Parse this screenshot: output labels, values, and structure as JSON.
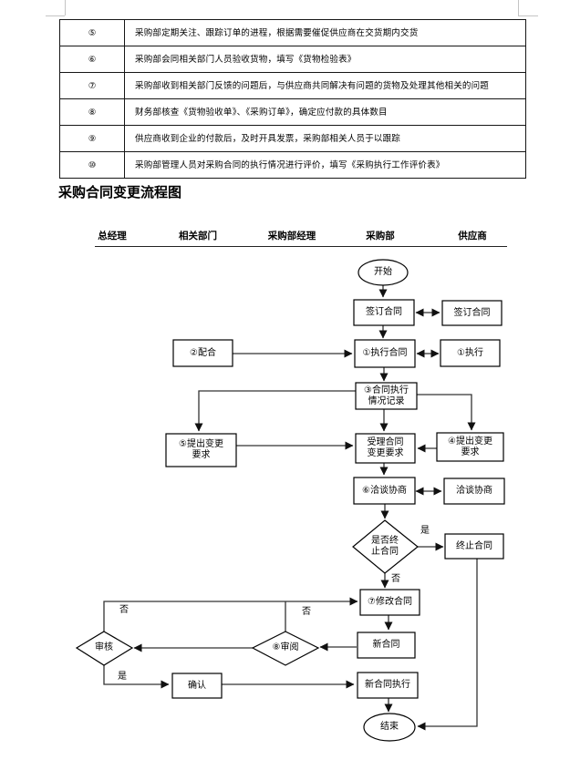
{
  "table": {
    "rows": [
      {
        "no": "⑤",
        "desc": "采购部定期关注、跟踪订单的进程，根据需要催促供应商在交货期内交货"
      },
      {
        "no": "⑥",
        "desc": "采购部会同相关部门人员验收货物，填写《货物检验表》"
      },
      {
        "no": "⑦",
        "desc": "采购部收到相关部门反馈的问题后，与供应商共同解决有问题的货物及处理其他相关的问题"
      },
      {
        "no": "⑧",
        "desc": "财务部核查《货物验收单》、《采购订单》，确定应付款的具体数目"
      },
      {
        "no": "⑨",
        "desc": "供应商收到企业的付款后，及时开具发票，采购部相关人员于以跟踪"
      },
      {
        "no": "⑩",
        "desc": "采购部管理人员对采购合同的执行情况进行评价，填写《采购执行工作评价表》"
      }
    ]
  },
  "section_title": "采购合同变更流程图",
  "flowchart": {
    "lanes": [
      "总经理",
      "相关部门",
      "采购部经理",
      "采购部",
      "供应商"
    ],
    "nodes": {
      "start": {
        "l1": "开始"
      },
      "sign_purchasing": {
        "l1": "签订合同"
      },
      "sign_supplier": {
        "l1": "签订合同"
      },
      "cooperate": {
        "l1": "②配合"
      },
      "execute_contract": {
        "l1": "①执行合同"
      },
      "execute_supplier": {
        "l1": "①执行"
      },
      "record": {
        "l1": "③合同执行",
        "l2": "情况记录"
      },
      "propose_dept": {
        "l1": "⑤提出变更",
        "l2": "要求"
      },
      "accept_change": {
        "l1": "受理合同",
        "l2": "变更要求"
      },
      "propose_supplier": {
        "l1": "④提出变更",
        "l2": "要求"
      },
      "negotiate_purchasing": {
        "l1": "⑥洽谈协商"
      },
      "negotiate_supplier": {
        "l1": "洽谈协商"
      },
      "terminate_decision": {
        "l1": "是否终",
        "l2": "止合同"
      },
      "terminate_contract": {
        "l1": "终止合同"
      },
      "modify_contract": {
        "l1": "⑦修改合同"
      },
      "new_contract": {
        "l1": "新合同"
      },
      "new_contract_execution": {
        "l1": "新合同执行"
      },
      "confirm": {
        "l1": "确认"
      },
      "review_gm": {
        "l1": "审核"
      },
      "review_manager": {
        "l1": "⑧审阅"
      },
      "end": {
        "l1": "结束"
      }
    },
    "edge_labels": {
      "terminate_yes": "是",
      "terminate_no": "否",
      "review_gm_no": "否",
      "review_manager_no": "否",
      "review_gm_yes": "是"
    }
  }
}
